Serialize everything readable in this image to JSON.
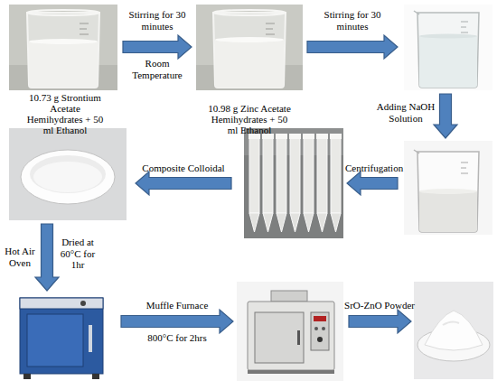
{
  "diagram": {
    "nodes": [
      {
        "text": [
          "10.73 g Strontium Acetate Hemihydrates + 50 ml Ethanol"
        ]
      },
      {
        "text": [
          "10.98 g Zinc Acetate Hemihydrates + 50 ml Ethanol"
        ]
      },
      {
        "text": []
      },
      {
        "text": []
      },
      {
        "text": []
      },
      {
        "text": []
      },
      {
        "text": []
      },
      {
        "text": []
      },
      {
        "text": []
      }
    ],
    "edges": [
      {
        "from": 0,
        "to": 1,
        "label": "Stirring for 30 minutes",
        "arrow": "to"
      },
      {
        "from": 1,
        "to": 2,
        "label": "Stirring for 30 minutes",
        "arrow": "to"
      },
      {
        "from": 2,
        "to": 3,
        "label": "Adding NaOH Solution",
        "arrow": "to"
      },
      {
        "from": 3,
        "to": 4,
        "label": "Centrifugation",
        "arrow": "to"
      },
      {
        "from": 4,
        "to": 5,
        "label": "Composite Colloidal",
        "arrow": "to"
      },
      {
        "from": 5,
        "to": 6,
        "label": "Dried at 60°C for 1hr",
        "arrow": "to"
      },
      {
        "from": 6,
        "to": 7,
        "label": "Muffle Furnace",
        "arrow": "to"
      },
      {
        "from": 7,
        "to": 8,
        "label": "SrO-ZnO Powder",
        "arrow": "to"
      }
    ],
    "labels": [
      "Room Temperature",
      "Hot Air Oven",
      "800°C for 2hrs"
    ]
  }
}
